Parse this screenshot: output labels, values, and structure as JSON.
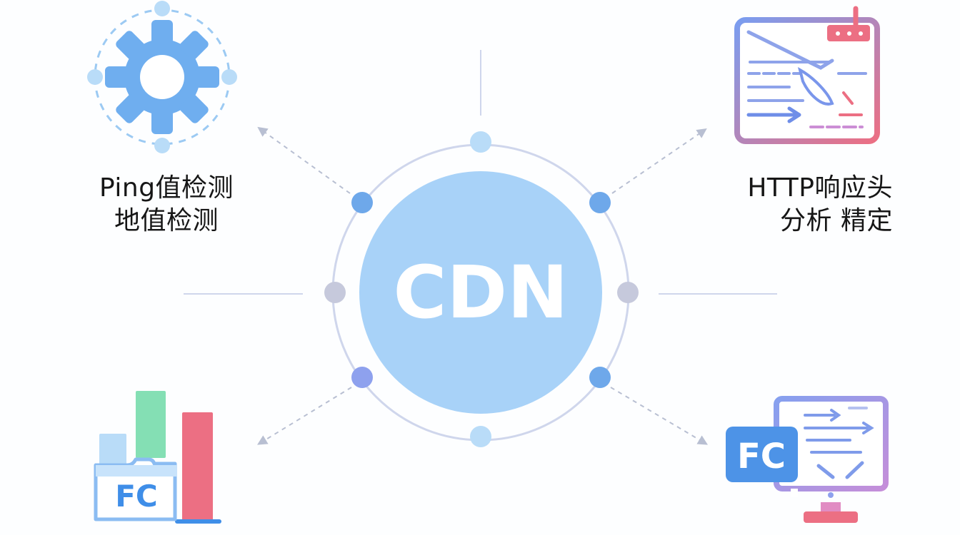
{
  "center": {
    "label": "CDN"
  },
  "labels": {
    "ping": [
      "Ping值检测",
      "地值检测"
    ],
    "http": [
      "HTTP响应头",
      "分析  精定"
    ]
  },
  "icons": {
    "gear": {
      "text": ""
    },
    "chart_badge": {
      "text": "FC"
    },
    "monitor_badge": {
      "text": "FC"
    }
  },
  "colors": {
    "center_fill": "#a8d2f8",
    "ring": "#cfd6ec",
    "node_blue": "#6ea8ea",
    "node_gray": "#c6c9dc",
    "node_light": "#b9dcf8",
    "arrow": "#b8bfd2",
    "gear": "#6faeef",
    "doc_border": "#7a9df0",
    "doc_accent": "#ec6f83",
    "bar_green": "#84dfb4",
    "bar_red": "#ec6f83",
    "bar_light": "#b9dcf8",
    "fc_blue": "#3f8ee8",
    "monitor": "#8ea1ee"
  }
}
